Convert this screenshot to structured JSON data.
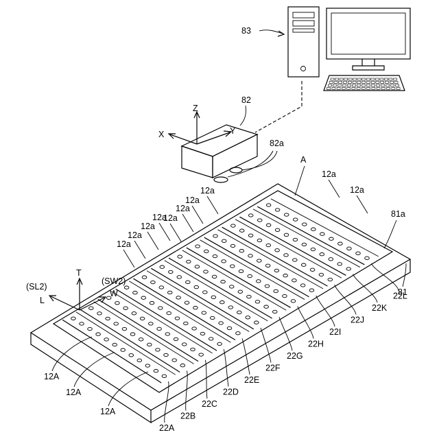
{
  "labels": {
    "computer": "83",
    "camera": "82",
    "camera_lens": "82a",
    "axis_x": "X",
    "axis_y": "Y",
    "axis_z": "Z",
    "point_a": "A",
    "plate_top": "81a",
    "plate": "81",
    "sl2": "(SL2)",
    "sw2": "(SW2)",
    "axis_t": "T",
    "axis_l": "L",
    "axis_w": "W",
    "hole_label": "12a",
    "blade_label": "12A"
  },
  "strips": [
    "22A",
    "22B",
    "22C",
    "22D",
    "22E",
    "22F",
    "22G",
    "22H",
    "22I",
    "22J",
    "22K",
    "22L"
  ]
}
